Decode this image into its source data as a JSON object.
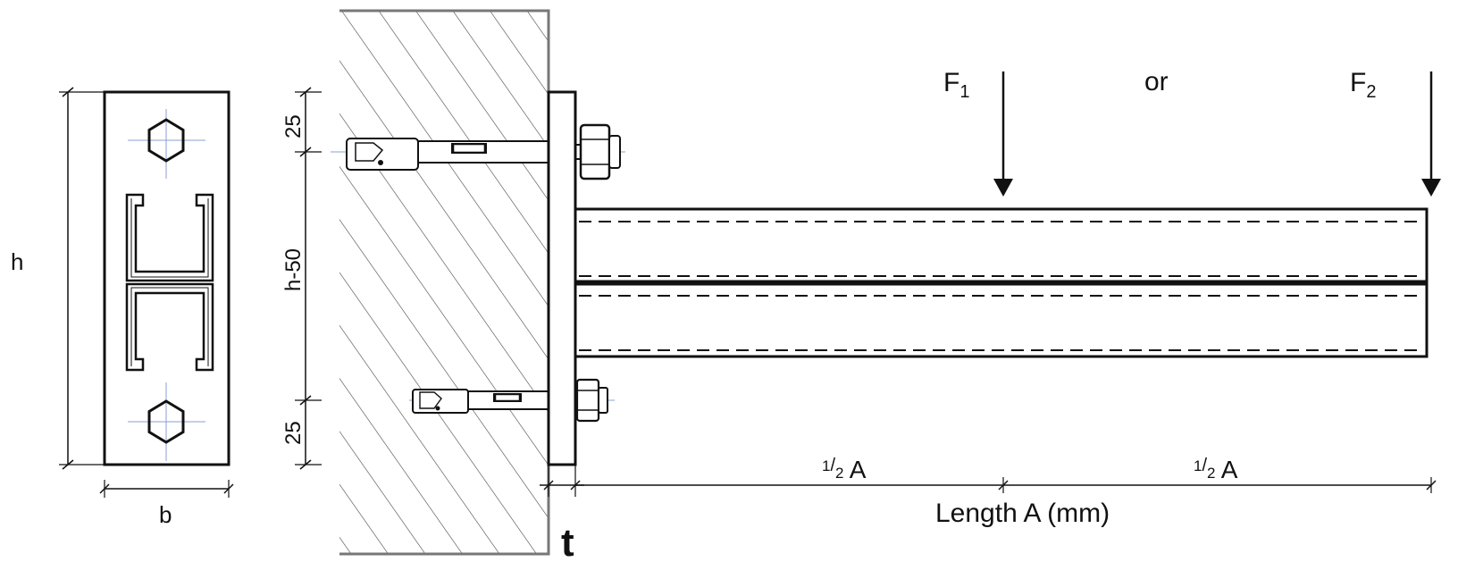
{
  "front_view": {
    "height_label": "h",
    "width_label": "b"
  },
  "side_view": {
    "dim_top": "25",
    "dim_middle": "h-50",
    "dim_bottom": "25",
    "plate_thickness_label": "t"
  },
  "loads": {
    "f1_main": "F",
    "f1_sub": "1",
    "or_label": "or",
    "f2_main": "F",
    "f2_sub": "2"
  },
  "length_dims": {
    "half_num_left": "1",
    "half_den_left": "2",
    "half_var_left": "A",
    "half_num_right": "1",
    "half_den_right": "2",
    "half_var_right": "A",
    "length_label": "Length A (mm)"
  }
}
